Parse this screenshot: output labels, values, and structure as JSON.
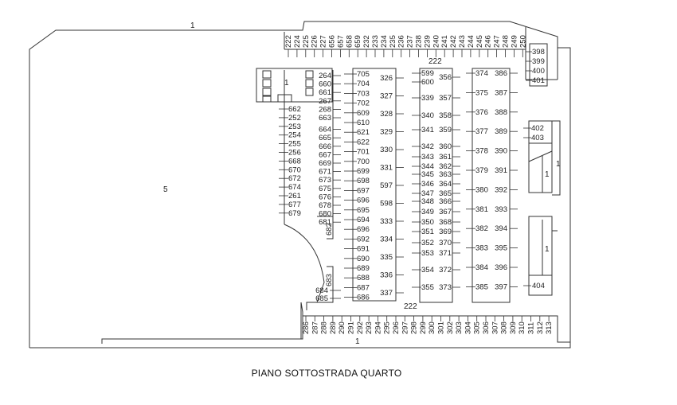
{
  "title": "PIANO SOTTOSTRADA QUARTO",
  "areas": {
    "main_area": "5",
    "aisle_top": "222",
    "aisle_bottom": "222",
    "top_ramp": "1",
    "bottom_ramp": "1",
    "stair_core": "1",
    "right_ramp_a": "1",
    "right_ramp_a_inner": "1",
    "right_ramp_b": "1"
  },
  "spots": {
    "top_row": [
      "222",
      "224",
      "225",
      "226",
      "227",
      "656",
      "657",
      "658",
      "659",
      "232",
      "233",
      "234",
      "235",
      "236",
      "237",
      "238",
      "239",
      "240",
      "241",
      "242",
      "243",
      "244",
      "245",
      "246",
      "247",
      "248",
      "249",
      "250"
    ],
    "bottom_row": [
      "286",
      "287",
      "288",
      "289",
      "290",
      "291",
      "292",
      "293",
      "294",
      "295",
      "296",
      "297",
      "298",
      "299",
      "300",
      "301",
      "302",
      "303",
      "304",
      "305",
      "306",
      "307",
      "308",
      "309",
      "310",
      "311",
      "312",
      "313"
    ],
    "block1_left": [
      "662",
      "252",
      "253",
      "254",
      "255",
      "256",
      "668",
      "670",
      "672",
      "674",
      "261",
      "677",
      "679"
    ],
    "block1_right": [
      "264",
      "660",
      "661",
      "267",
      "268",
      "663",
      "664",
      "665",
      "666",
      "667",
      "669",
      "671",
      "673",
      "675",
      "676",
      "678",
      "680",
      "681"
    ],
    "block1_vertical": [
      "682",
      "683"
    ],
    "block1_bottom": [
      "684",
      "685"
    ],
    "block2_left": [
      "705",
      "704",
      "703",
      "702",
      "609",
      "610",
      "621",
      "622",
      "701",
      "700",
      "699",
      "698",
      "697",
      "696",
      "695",
      "694",
      "696",
      "692",
      "691",
      "690",
      "689",
      "688",
      "687",
      "686"
    ],
    "block2_right": [
      "326",
      "327",
      "328",
      "329",
      "330",
      "331",
      "597",
      "598",
      "333",
      "334",
      "335",
      "336",
      "337"
    ],
    "block3_left": [
      "599",
      "600",
      "339",
      "340",
      "341",
      "342",
      "343",
      "344",
      "345",
      "346",
      "347",
      "348",
      "349",
      "350",
      "351",
      "352",
      "353",
      "354",
      "355"
    ],
    "block3_right": [
      "356",
      "357",
      "358",
      "359",
      "360",
      "361",
      "362",
      "363",
      "364",
      "365",
      "366",
      "367",
      "368",
      "369",
      "370",
      "371",
      "372",
      "373"
    ],
    "block4_left": [
      "374",
      "375",
      "376",
      "377",
      "378",
      "379",
      "380",
      "381",
      "382",
      "383",
      "384",
      "385"
    ],
    "block4_right": [
      "386",
      "387",
      "388",
      "389",
      "390",
      "391",
      "392",
      "393",
      "394",
      "395",
      "396",
      "397"
    ],
    "right_wall": [
      "398",
      "399",
      "400",
      "401"
    ],
    "right_box_a": [
      "402",
      "403"
    ],
    "right_box_b": [
      "404"
    ]
  }
}
